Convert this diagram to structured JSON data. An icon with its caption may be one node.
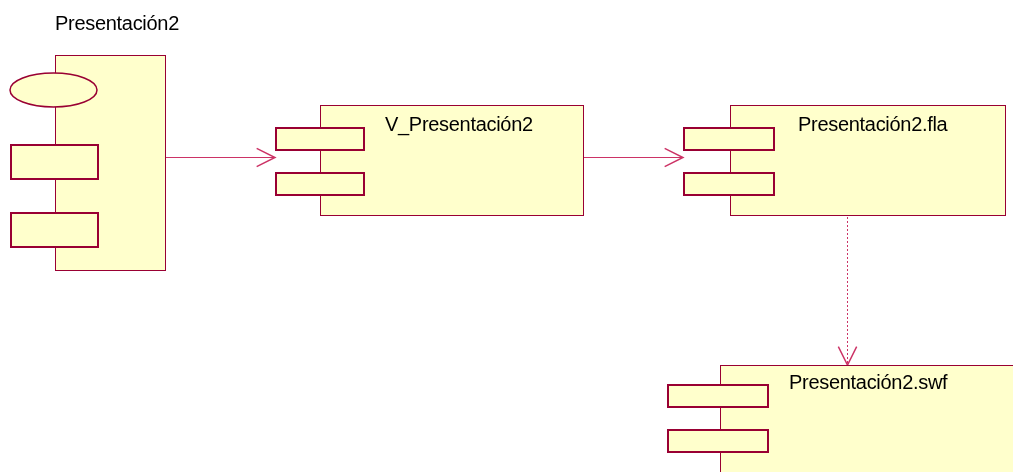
{
  "diagram": {
    "nodes": [
      {
        "text": [
          "Presentación2"
        ]
      },
      {
        "text": [
          "V_Presentación2"
        ]
      },
      {
        "text": [
          "Presentación2.fla"
        ]
      },
      {
        "text": [
          "Presentación2.swf"
        ]
      }
    ],
    "edges": [
      {
        "from": 0,
        "to": 1,
        "arrow": "to"
      },
      {
        "from": 1,
        "to": 2,
        "arrow": "to"
      },
      {
        "from": 2,
        "to": 3,
        "arrow": "to",
        "style": "dashed"
      }
    ]
  }
}
